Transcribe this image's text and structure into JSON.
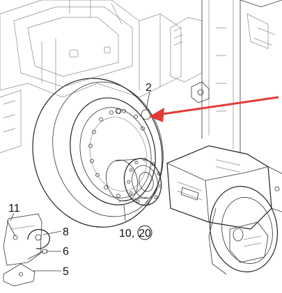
{
  "diagram": {
    "callouts": {
      "c2": "2",
      "c11": "11",
      "c8": "8",
      "c6": "6",
      "c5": "5",
      "c10": "10,",
      "c20": "20"
    },
    "colors": {
      "arrow": "#e53935",
      "line": "#222222",
      "background": "#ffffff"
    }
  }
}
